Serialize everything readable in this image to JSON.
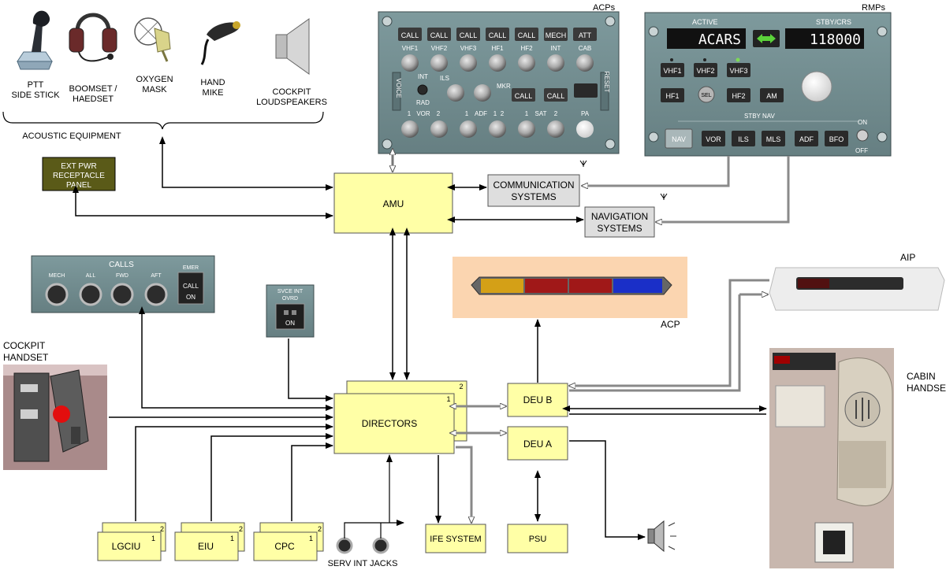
{
  "equipment": {
    "ptt": {
      "line1": "PTT",
      "line2": "SIDE STICK"
    },
    "boomset": {
      "line1": "BOOMSET /",
      "line2": "HAEDSET"
    },
    "oxygen": {
      "line1": "OXYGEN",
      "line2": "MASK"
    },
    "hand_mike": {
      "line1": "HAND",
      "line2": "MIKE"
    },
    "loudspeakers": {
      "line1": "COCKPIT",
      "line2": "LOUDSPEAKERS"
    },
    "group_label": "ACOUSTIC EQUIPMENT"
  },
  "acp_panel": {
    "title": "ACPs",
    "call_buttons": [
      "CALL",
      "CALL",
      "CALL",
      "CALL",
      "CALL",
      "MECH",
      "ATT"
    ],
    "knob_labels": [
      "VHF1",
      "VHF2",
      "VHF3",
      "HF1",
      "HF2",
      "INT",
      "CAB"
    ],
    "voice": "VOICE",
    "int": "INT",
    "rad": "RAD",
    "ils": "ILS",
    "mkr": "MKR",
    "call_small": [
      "CALL",
      "CALL"
    ],
    "reset": "RESET",
    "bottom_labels": [
      "1",
      "VOR",
      "2",
      "1",
      "ADF",
      "1",
      "2",
      "1",
      "SAT",
      "2",
      "PA"
    ]
  },
  "rmp_panel": {
    "title": "RMPs",
    "active_label": "ACTIVE",
    "stby_label": "STBY/CRS",
    "active_display": "ACARS",
    "stby_display": "118000",
    "row1": [
      "VHF1",
      "VHF2",
      "VHF3"
    ],
    "row2": [
      "HF1",
      "SEL",
      "HF2",
      "AM"
    ],
    "stby_nav": "STBY NAV",
    "row3": [
      "NAV",
      "VOR",
      "ILS",
      "MLS",
      "ADF",
      "BFO"
    ],
    "on": "ON",
    "off": "OFF"
  },
  "ext_pwr": {
    "line1": "EXT PWR",
    "line2": "RECEPTACLE",
    "line3": "PANEL"
  },
  "amu": "AMU",
  "communication": {
    "line1": "COMMUNICATION",
    "line2": "SYSTEMS"
  },
  "navigation": {
    "line1": "NAVIGATION",
    "line2": "SYSTEMS"
  },
  "calls_panel": {
    "title": "CALLS",
    "buttons": [
      "MECH",
      "ALL",
      "FWD",
      "AFT"
    ],
    "emer": "EMER",
    "call": "CALL",
    "on": "ON"
  },
  "svce_panel": {
    "line1": "SVCE INT",
    "line2": "OVRD",
    "on": "ON"
  },
  "acp_bar_label": "ACP",
  "acp_bar_colors": [
    "#d4a017",
    "#a01818",
    "#a01818",
    "#1a2fc8"
  ],
  "aip_label": "AIP",
  "cockpit_handset": {
    "line1": "COCKPIT",
    "line2": "HANDSET"
  },
  "cabin_handset": {
    "line1": "CABIN",
    "line2": "HANDSET"
  },
  "directors": {
    "label": "DIRECTORS",
    "front_index": "1",
    "back_index": "2"
  },
  "deu_b": "DEU B",
  "deu_a": "DEU A",
  "lgciu": {
    "label": "LGCIU",
    "i1": "1",
    "i2": "2"
  },
  "eiu": {
    "label": "EIU",
    "i1": "1",
    "i2": "2"
  },
  "cpc": {
    "label": "CPC",
    "i1": "1",
    "i2": "2"
  },
  "serv_jacks": "SERV INT JACKS",
  "ife": "IFE SYSTEM",
  "psu": "PSU",
  "speaker_icon": "speaker-icon",
  "colors": {
    "box_fill": "#ffffa6",
    "panel_grey": "#6f8a8d",
    "ext_pwr_fill": "#5a5a18",
    "acp_bg": "#fbd5b0",
    "ext_pwr_text": "#ffffff"
  }
}
